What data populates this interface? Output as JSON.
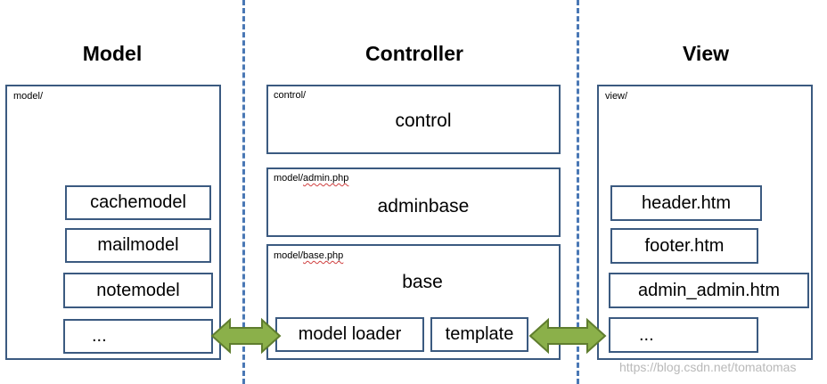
{
  "headings": {
    "model": "Model",
    "controller": "Controller",
    "view": "View"
  },
  "model": {
    "path": "model/",
    "items": [
      "cachemodel",
      "mailmodel",
      "notemodel",
      "..."
    ]
  },
  "controller": {
    "control": {
      "path": "control/",
      "label": "control"
    },
    "adminbase": {
      "path_prefix": "model/",
      "path_file": "admin.php",
      "label": "adminbase"
    },
    "base": {
      "path_prefix": "model/",
      "path_file": "base.php",
      "label": "base",
      "model_loader": "model loader",
      "template": "template"
    }
  },
  "view": {
    "path": "view/",
    "items": [
      "header.htm",
      "footer.htm",
      "admin_admin.htm",
      "..."
    ]
  },
  "watermark": "https://blog.csdn.net/tomatomas",
  "colors": {
    "border": "#3b5a80",
    "arrow_fill": "#8bb04a",
    "arrow_stroke": "#5f7d2e",
    "divider": "#4a78b5"
  }
}
